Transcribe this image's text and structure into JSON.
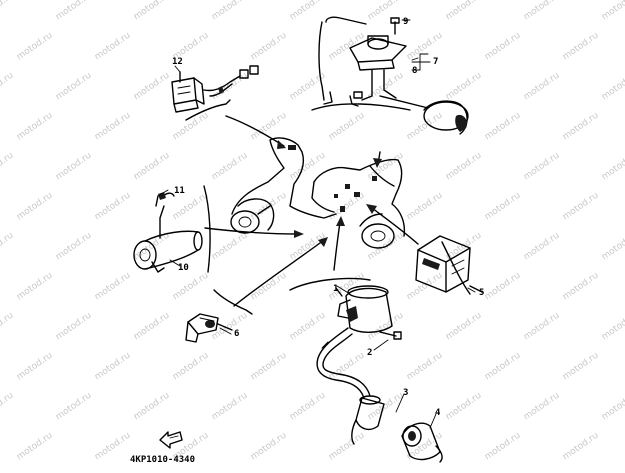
{
  "diagram": {
    "part_code": "4KP1010-4340",
    "watermark_text": "motod.ru",
    "callouts": [
      "1",
      "2",
      "3",
      "4",
      "5",
      "6",
      "7",
      "8",
      "9",
      "10",
      "11",
      "12"
    ],
    "ink_color": "#000000",
    "watermark_color": "#c9c9c9",
    "icon_front": "front-arrow-icon"
  }
}
